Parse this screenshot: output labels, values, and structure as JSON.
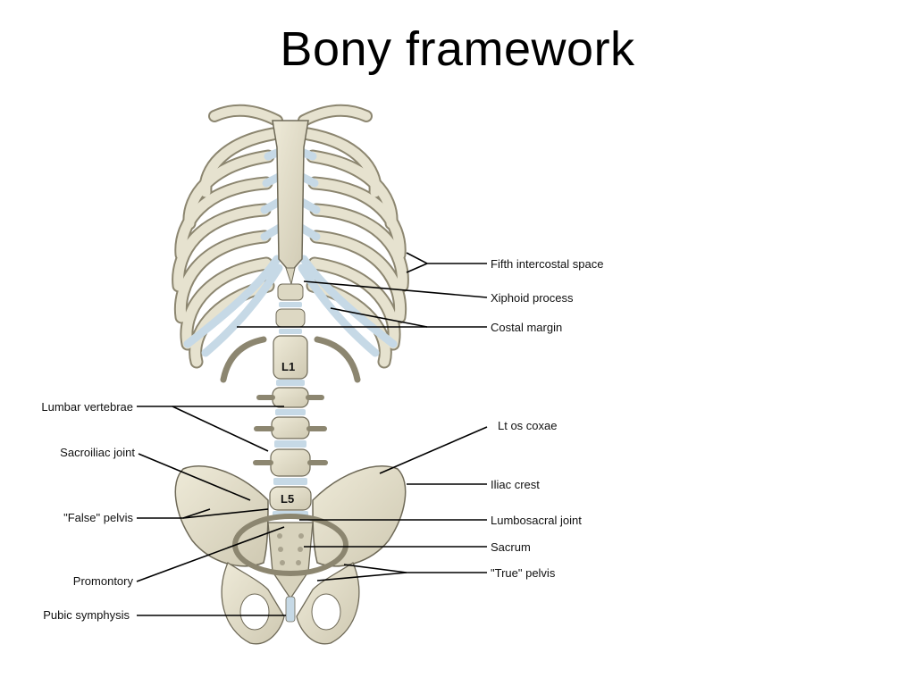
{
  "title": "Bony framework",
  "colors": {
    "bone": "#e3dfcb",
    "bone_dark": "#a9a38e",
    "bone_outline": "#6f6a58",
    "cartilage": "#c6d9e6",
    "leader": "#000000"
  },
  "vertebra_labels": {
    "upper": "L1",
    "lower": "L5"
  },
  "labels": {
    "fifth_intercostal_space": "Fifth intercostal space",
    "xiphoid_process": "Xiphoid process",
    "costal_margin": "Costal margin",
    "lt_os_coxae": "Lt os coxae",
    "iliac_crest": "Iliac crest",
    "lumbosacral_joint": "Lumbosacral joint",
    "sacrum": "Sacrum",
    "true_pelvis": "\"True\" pelvis",
    "lumbar_vertebrae": "Lumbar vertebrae",
    "sacroiliac_joint": "Sacroiliac joint",
    "false_pelvis": "\"False\" pelvis",
    "promontory": "Promontory",
    "pubic_symphysis": "Pubic symphysis"
  }
}
